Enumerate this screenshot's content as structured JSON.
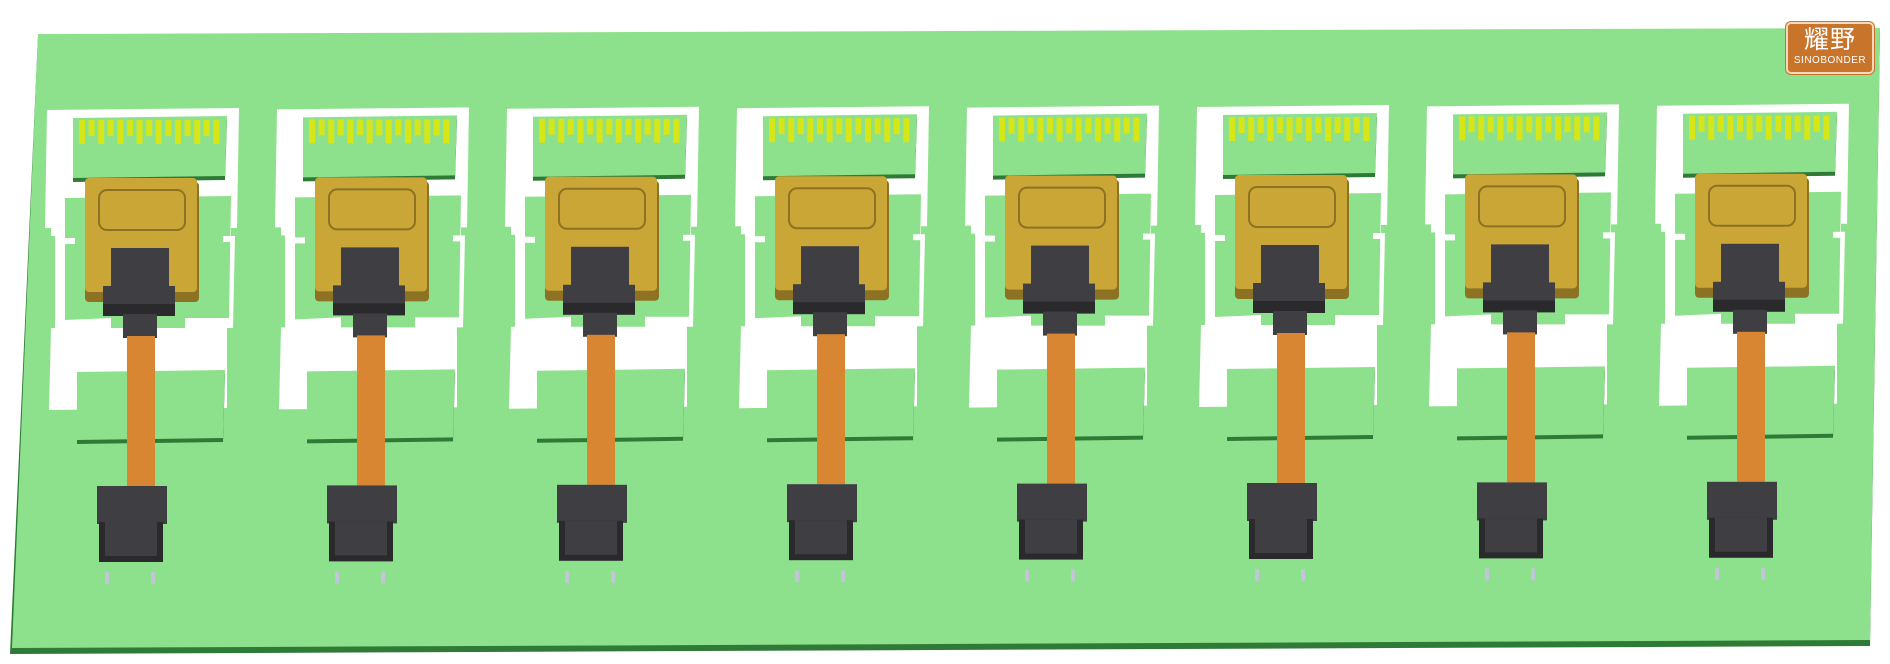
{
  "scene": {
    "description_free": true,
    "unit_count": 8,
    "colors": {
      "board": "#8ee18c",
      "board_edge": "#2f7a36",
      "cutout": "#ffffff",
      "contact_pad": "#d6e617",
      "gold_connector": "#c9a636",
      "gold_connector_shadow": "#8c7222",
      "black_component": "#3f3f43",
      "black_component_shadow": "#2a2a2d",
      "flex_cable": "#d98632",
      "pin": "#c0c6d6"
    }
  },
  "logo": {
    "main_text": "耀野",
    "sub_text": "SINOBONDER",
    "color": "#c8742a"
  }
}
